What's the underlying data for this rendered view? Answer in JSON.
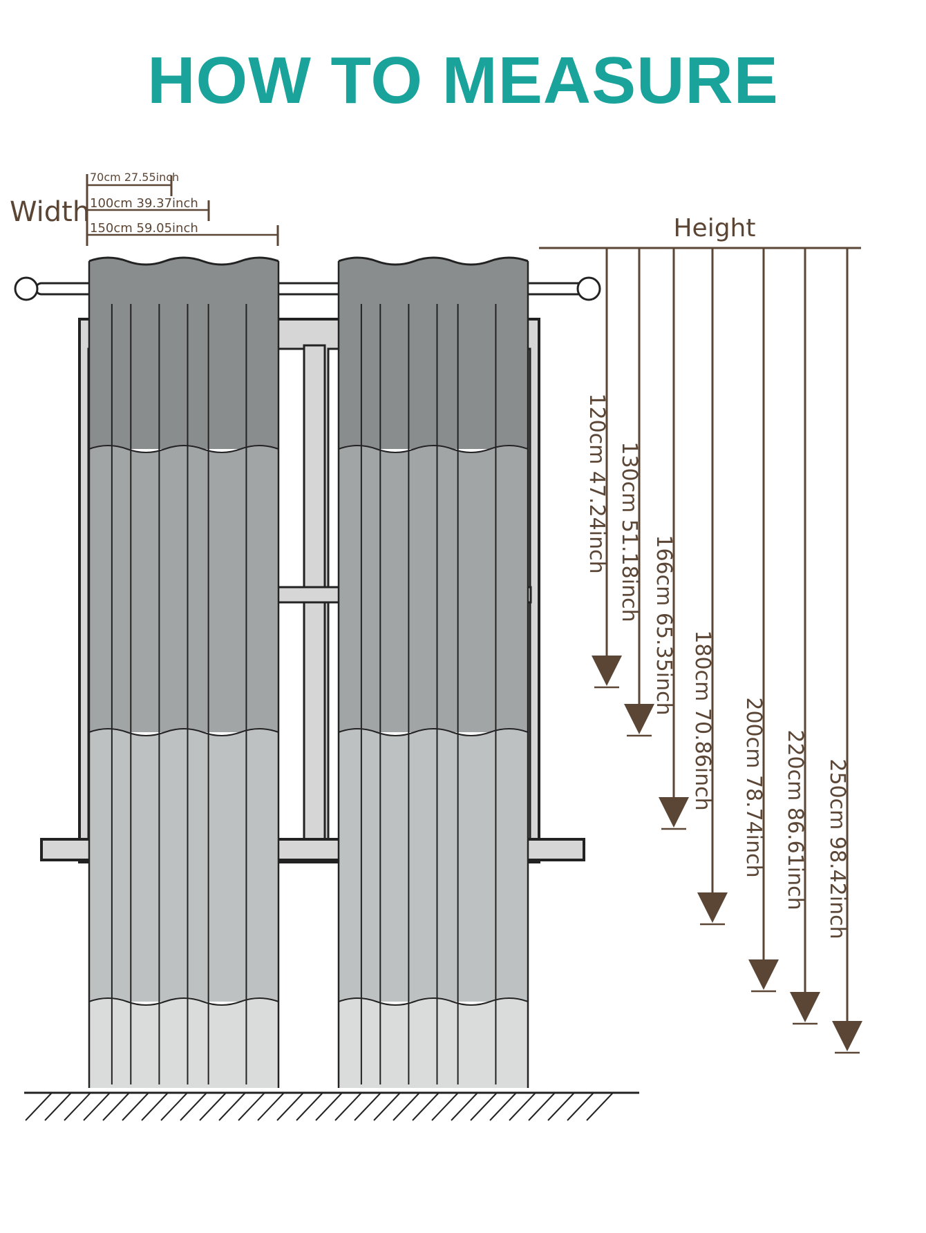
{
  "title": "HOW TO MEASURE",
  "width": {
    "label": "Width",
    "sizes": [
      "70cm 27.55inch",
      "100cm 39.37inch",
      "150cm 59.05inch"
    ]
  },
  "height": {
    "label": "Height",
    "sizes": [
      "120cm 47.24inch",
      "130cm 51.18inch",
      "166cm 65.35inch",
      "180cm 70.86inch",
      "200cm 78.74inch",
      "220cm 86.61inch",
      "250cm 98.42inch"
    ]
  },
  "colors": {
    "title": "#1aa39a",
    "annotation": "#5b4636",
    "curtain_top": "#8a8d8e",
    "curtain_upper": "#a2a5a6",
    "curtain_lower": "#bec1c1",
    "curtain_bottom": "#dadbdb"
  }
}
